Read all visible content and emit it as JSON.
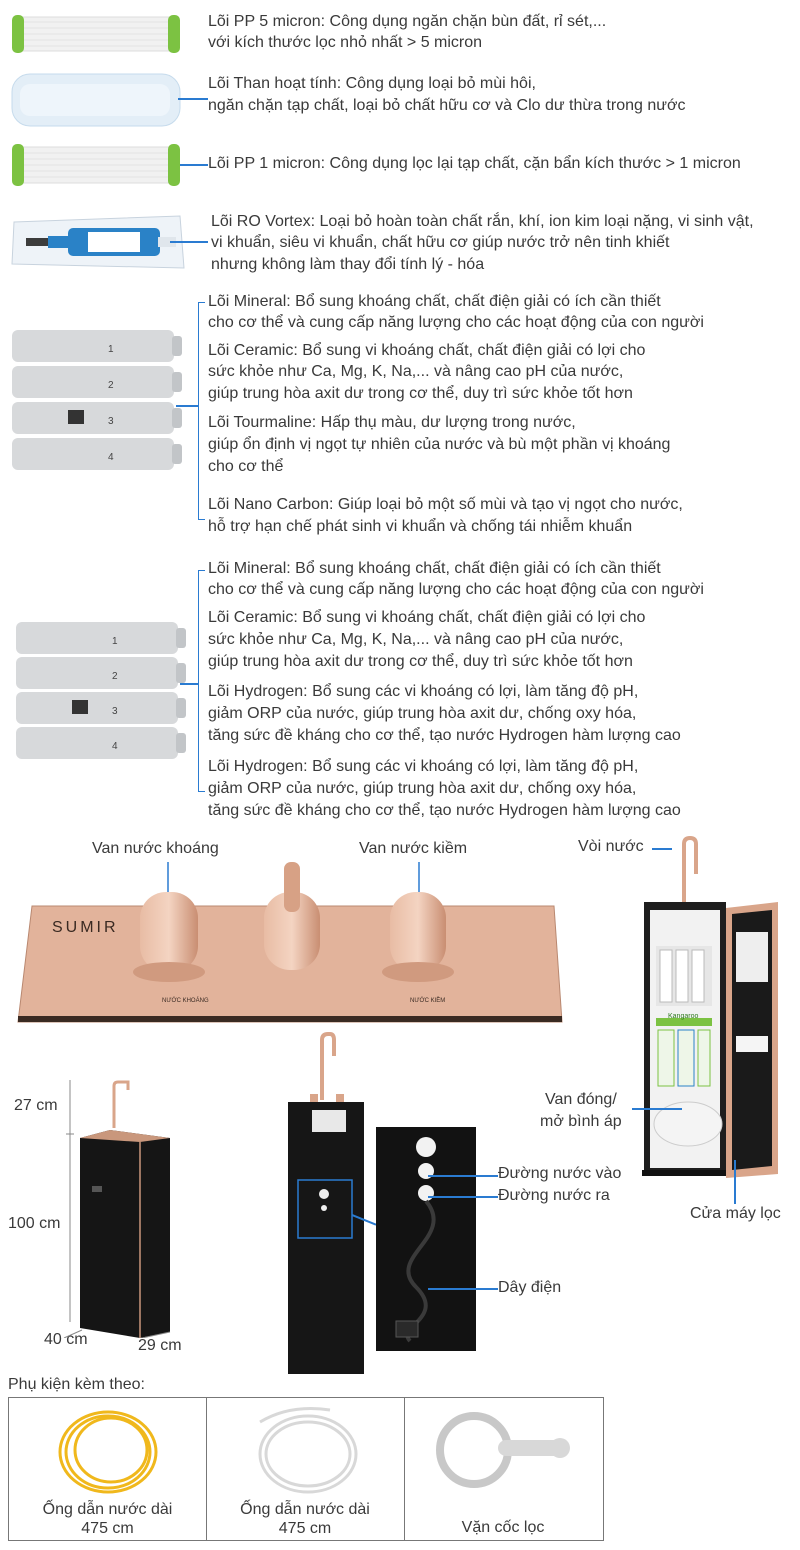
{
  "filters": [
    {
      "lines": [
        "Lõi PP 5 micron: Công dụng ngăn chặn bùn đất, rỉ sét,...",
        "với kích thước lọc nhỏ nhất > 5 micron"
      ]
    },
    {
      "lines": [
        "Lõi Than hoạt tính: Công dụng loại bỏ mùi hôi,",
        "ngăn chặn tạp chất, loại bỏ chất hữu cơ và Clo dư thừa trong nước"
      ]
    },
    {
      "lines": [
        "Lõi PP 1 micron: Công dụng lọc lại tạp chất, cặn bẩn kích thước > 1 micron"
      ]
    },
    {
      "lines": [
        "Lõi RO Vortex: Loại bỏ hoàn toàn chất rắn, khí, ion kim loại nặng, vi sinh vật,",
        "vi khuẩn, siêu vi khuẩn, chất hữu cơ giúp nước trở nên tinh khiết",
        "nhưng không làm thay đổi tính lý - hóa"
      ]
    }
  ],
  "group1": [
    {
      "lines": [
        "Lõi Mineral: Bổ sung khoáng chất, chất điện giải có ích cần thiết",
        "cho cơ thể và cung cấp năng lượng cho các hoạt động của con người"
      ]
    },
    {
      "lines": [
        "Lõi Ceramic: Bổ sung vi khoáng chất, chất điện giải có lợi cho",
        "sức khỏe như Ca, Mg, K, Na,... và nâng cao pH của nước,",
        "giúp trung hòa axit dư trong cơ thể, duy trì sức khỏe tốt hơn"
      ]
    },
    {
      "lines": [
        "Lõi Tourmaline: Hấp thụ màu, dư lượng trong nước,",
        "giúp ổn định vị ngọt tự nhiên của nước và bù một phần vị khoáng",
        "cho cơ thể"
      ]
    },
    {
      "lines": [
        "Lõi Nano Carbon: Giúp loại bỏ một số mùi và tạo vị ngọt cho nước,",
        "hỗ trợ hạn chế phát sinh vi khuẩn và chống tái nhiễm khuẩn"
      ]
    }
  ],
  "group2": [
    {
      "lines": [
        "Lõi Mineral: Bổ sung khoáng chất, chất điện giải có ích cần thiết",
        "cho cơ thể và cung cấp năng lượng cho các hoạt động của con người"
      ]
    },
    {
      "lines": [
        "Lõi Ceramic: Bổ sung vi khoáng chất, chất điện giải có lợi cho",
        "sức khỏe như Ca, Mg, K, Na,... và nâng cao pH của nước,",
        "giúp trung hòa axit dư trong cơ thể, duy trì sức khỏe tốt hơn"
      ]
    },
    {
      "lines": [
        "Lõi Hydrogen: Bổ sung các vi khoáng có lợi, làm tăng độ pH,",
        "giảm ORP của nước, giúp trung hòa axit dư, chống oxy hóa,",
        "tăng sức đề kháng cho cơ thể, tạo nước Hydrogen hàm lượng cao"
      ]
    },
    {
      "lines": [
        "Lõi Hydrogen: Bổ sung các vi khoáng có lợi, làm tăng độ pH,",
        "giảm ORP của nước, giúp trung hòa axit dư, chống oxy hóa,",
        "tăng sức đề kháng cho cơ thể, tạo nước Hydrogen hàm lượng cao"
      ]
    }
  ],
  "cartridge_numbers": [
    "1",
    "2",
    "3",
    "4"
  ],
  "cartridge_brand": "Kangaroo",
  "valves": {
    "mineral_label": "Van nước khoáng",
    "alkaline_label": "Van nước kiềm",
    "panel_brand": "SUMIR",
    "mineral_tag": "NƯỚC KHOÁNG",
    "alkaline_tag": "NƯỚC KIỀM"
  },
  "machine": {
    "faucet": "Vòi nước",
    "valve_line1": "Van đóng/",
    "valve_line2": "mở bình áp",
    "door": "Cửa máy lọc",
    "filter_brand": "Kangaroo"
  },
  "dimensions": {
    "top": "27 cm",
    "height": "100 cm",
    "depth": "40 cm",
    "width": "29 cm"
  },
  "rear": {
    "inlet": "Đường nước vào",
    "outlet": "Đường nước ra",
    "cord": "Dây điện"
  },
  "accessories": {
    "title": "Phụ kiện kèm theo:",
    "items": [
      {
        "line1": "Ống dẫn nước dài",
        "line2": "475 cm"
      },
      {
        "line1": "Ống dẫn nước dài",
        "line2": "475 cm"
      },
      {
        "line1": "Vặn cốc lọc",
        "line2": ""
      }
    ]
  },
  "colors": {
    "accent": "#2a7bd1",
    "rose_gold": "#d9a58a",
    "body": "#1e1e1e",
    "tube_yellow": "#f0b81c"
  }
}
